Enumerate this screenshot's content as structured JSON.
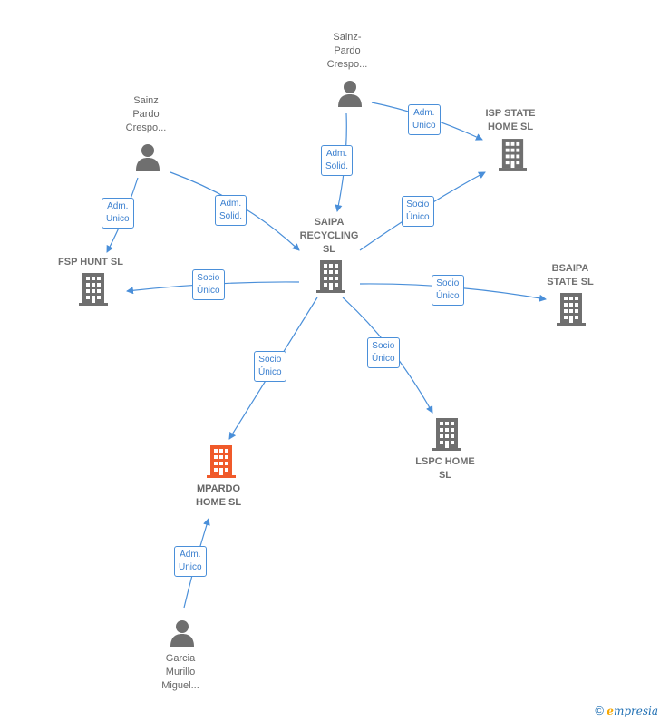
{
  "nodes": {
    "sainz_pardo_top": {
      "label": "Sainz-\nPardo\nCrespo..."
    },
    "sainz_pardo_left": {
      "label": "Sainz\nPardo\nCrespo..."
    },
    "isp_state": {
      "label": "ISP STATE\nHOME  SL"
    },
    "saipa": {
      "label": "SAIPA\nRECYCLING\nSL"
    },
    "fsp_hunt": {
      "label": "FSP HUNT  SL"
    },
    "bsaipa": {
      "label": "BSAIPA\nSTATE  SL"
    },
    "lspc": {
      "label": "LSPC HOME\nSL"
    },
    "mpardo": {
      "label": "MPARDO\nHOME  SL"
    },
    "garcia": {
      "label": "Garcia\nMurillo\nMiguel..."
    }
  },
  "edges": {
    "adm_unico_isp": "Adm.\nUnico",
    "adm_solid_top": "Adm.\nSolid.",
    "adm_unico_fsp": "Adm.\nUnico",
    "adm_solid_left": "Adm.\nSolid.",
    "socio_isp": "Socio\nÚnico",
    "socio_fsp": "Socio\nÚnico",
    "socio_bsaipa": "Socio\nÚnico",
    "socio_mpardo": "Socio\nÚnico",
    "socio_lspc": "Socio\nÚnico",
    "adm_unico_mpardo": "Adm.\nUnico"
  },
  "colors": {
    "edge": "#4a8fd9",
    "company": "#6f6f6f",
    "highlight": "#f05a2a",
    "person": "#6f6f6f"
  },
  "footer": {
    "copyright": "©",
    "brand_e": "e",
    "brand_rest": "mpresia"
  }
}
